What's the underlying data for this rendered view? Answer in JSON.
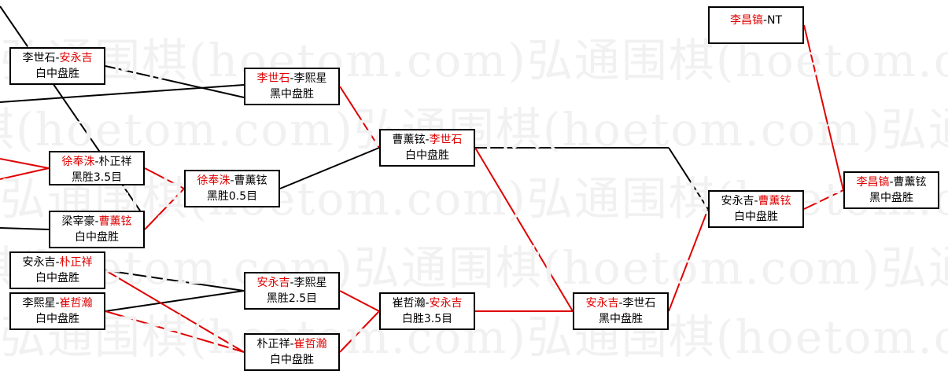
{
  "watermark": "弘通围棋(hoetom.com)",
  "matches": [
    {
      "id": "m1",
      "p1": "李世石",
      "p2": "安永吉",
      "winner": 2,
      "result": "白中盘胜"
    },
    {
      "id": "m2",
      "p1": "徐奉洙",
      "p2": "朴正祥",
      "winner": 1,
      "result": "黑胜3.5目"
    },
    {
      "id": "m3",
      "p1": "梁宰豪",
      "p2": "曹薰铉",
      "winner": 2,
      "result": "白中盘胜"
    },
    {
      "id": "m4",
      "p1": "安永吉",
      "p2": "朴正祥",
      "winner": 2,
      "result": "白中盘胜"
    },
    {
      "id": "m5",
      "p1": "李熙星",
      "p2": "崔哲瀚",
      "winner": 2,
      "result": "白中盘胜"
    },
    {
      "id": "m6",
      "p1": "李世石",
      "p2": "李熙星",
      "winner": 1,
      "result": "黑中盘胜"
    },
    {
      "id": "m7",
      "p1": "徐奉洙",
      "p2": "曹薰铉",
      "winner": 1,
      "result": "黑胜0.5目"
    },
    {
      "id": "m8",
      "p1": "安永吉",
      "p2": "李熙星",
      "winner": 1,
      "result": "黑胜2.5目"
    },
    {
      "id": "m9",
      "p1": "朴正祥",
      "p2": "崔哲瀚",
      "winner": 2,
      "result": "白中盘胜"
    },
    {
      "id": "m10",
      "p1": "曹薰铉",
      "p2": "李世石",
      "winner": 2,
      "result": "白中盘胜"
    },
    {
      "id": "m11",
      "p1": "崔哲瀚",
      "p2": "安永吉",
      "winner": 2,
      "result": "白胜3.5目"
    },
    {
      "id": "m12",
      "p1": "安永吉",
      "p2": "李世石",
      "winner": 1,
      "result": "黑中盘胜"
    },
    {
      "id": "m13",
      "p1": "安永吉",
      "p2": "曹薰铉",
      "winner": 2,
      "result": "白中盘胜"
    },
    {
      "id": "m14",
      "p1": "李昌镐",
      "p2": "",
      "winner": 1,
      "result": "",
      "note": "NT"
    },
    {
      "id": "m15",
      "p1": "李昌镐",
      "p2": "曹薰铉",
      "winner": 1,
      "result": "黑中盘胜"
    }
  ],
  "colors": {
    "winner": "#e00000",
    "loser": "#000000",
    "line_win": "#e00000",
    "line_loss": "#000000",
    "watermark": "#f1f1f1"
  }
}
